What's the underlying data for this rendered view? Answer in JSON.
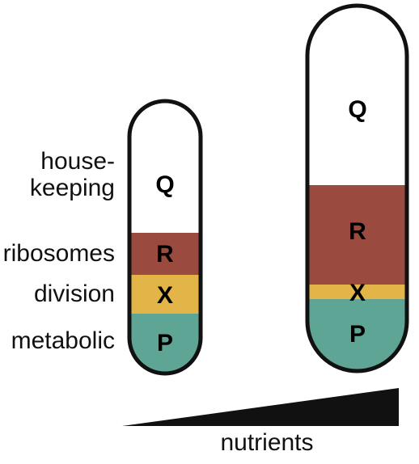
{
  "left_labels": {
    "housekeeping_line1": "house-",
    "housekeeping_line2": "keeping",
    "ribosomes": "ribosomes",
    "division": "division",
    "metabolic": "metabolic"
  },
  "small_cell": {
    "Q": "Q",
    "R": "R",
    "X": "X",
    "P": "P"
  },
  "large_cell": {
    "Q": "Q",
    "R": "R",
    "X": "X",
    "P": "P"
  },
  "axis": {
    "label": "nutrients"
  },
  "colors": {
    "housekeeping": "#ffffff",
    "ribosomes": "#9b4a40",
    "division": "#e3b447",
    "metabolic": "#5fa595",
    "outline": "#111111"
  }
}
